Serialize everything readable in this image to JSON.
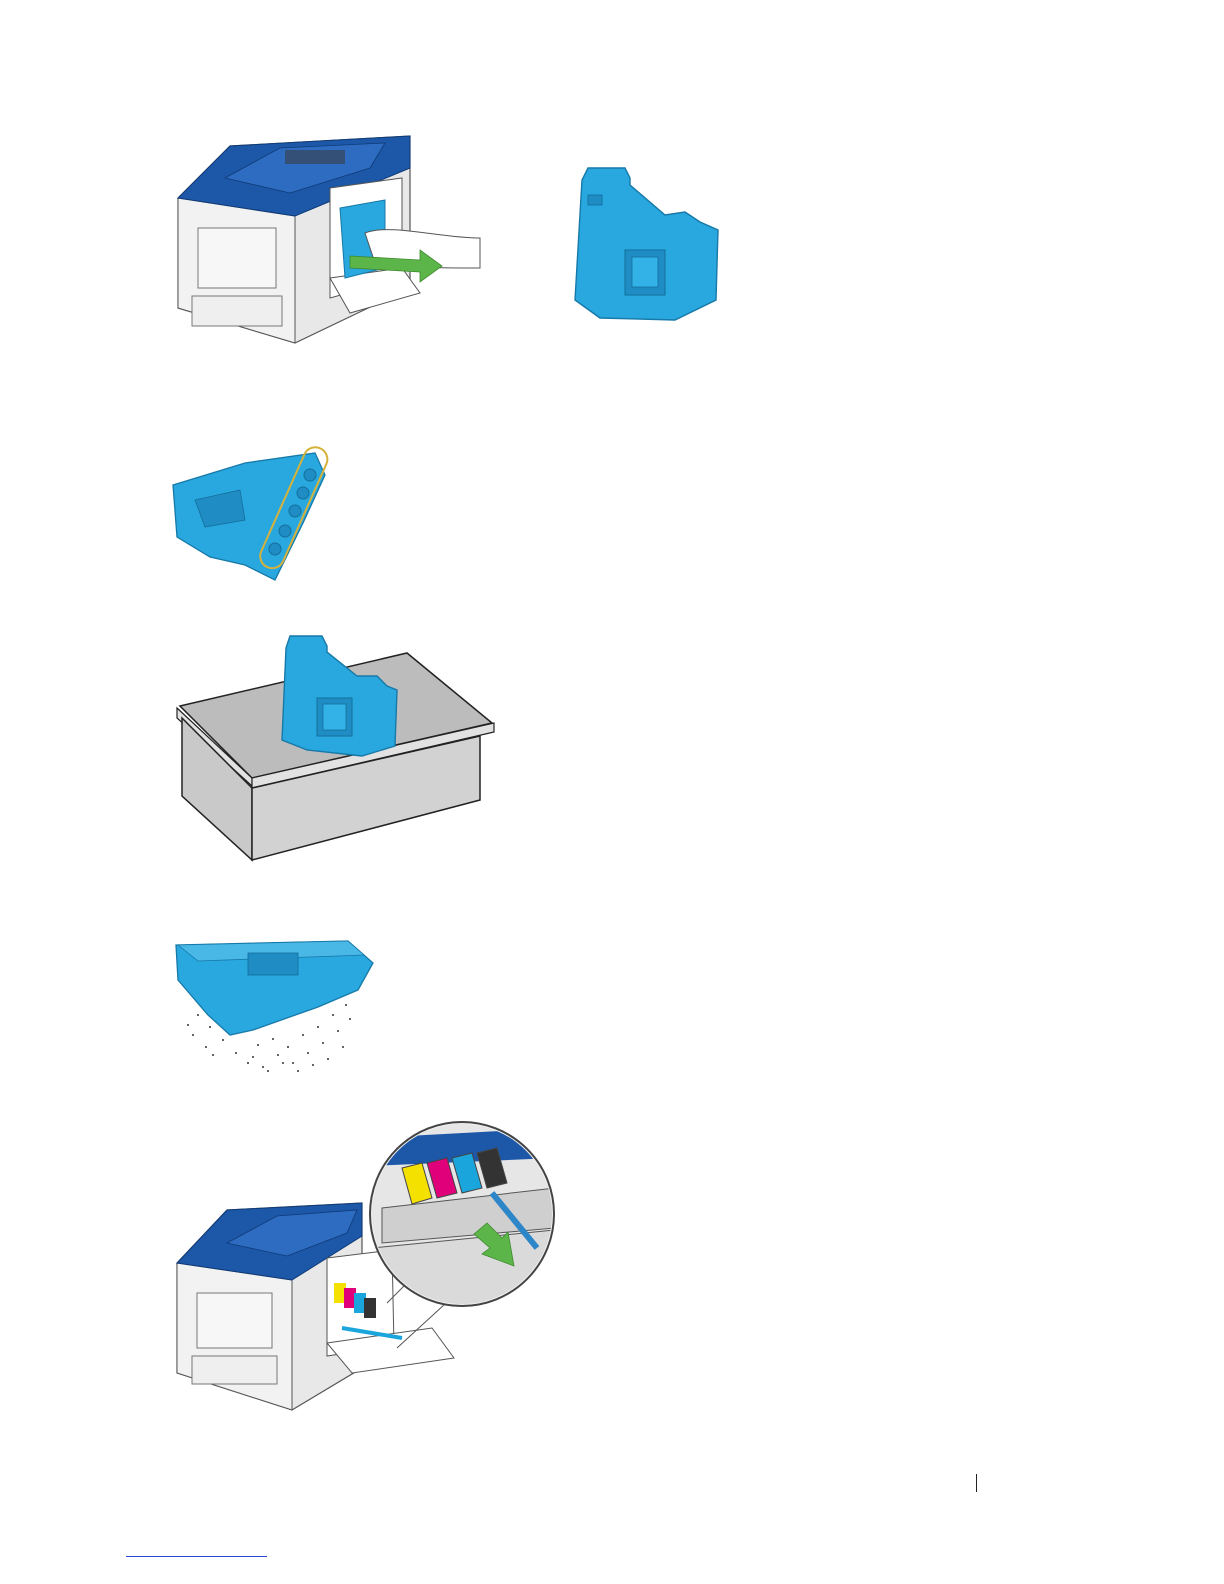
{
  "page": {
    "footer_link_color": "#2a4bd7"
  },
  "figures": [
    {
      "id": "remove-waste-box",
      "icon": "printer-remove-waste-toner-box-illustration"
    },
    {
      "id": "waste-box-upright",
      "icon": "waste-toner-box-illustration"
    },
    {
      "id": "waste-box-openings",
      "icon": "waste-toner-box-openings-highlight-illustration"
    },
    {
      "id": "waste-box-on-table",
      "icon": "waste-toner-box-on-surface-illustration"
    },
    {
      "id": "waste-box-spill",
      "icon": "waste-toner-spill-illustration"
    },
    {
      "id": "pull-cleaning-rod",
      "icon": "printer-cleaning-rod-detail-illustration"
    }
  ],
  "colors": {
    "cartridge_blue": "#29a7df",
    "printer_blue": "#1d57a8",
    "arrow_green": "#5cb548",
    "highlight_yellow": "#d4b23b",
    "table_gray": "#c9c9c9"
  }
}
